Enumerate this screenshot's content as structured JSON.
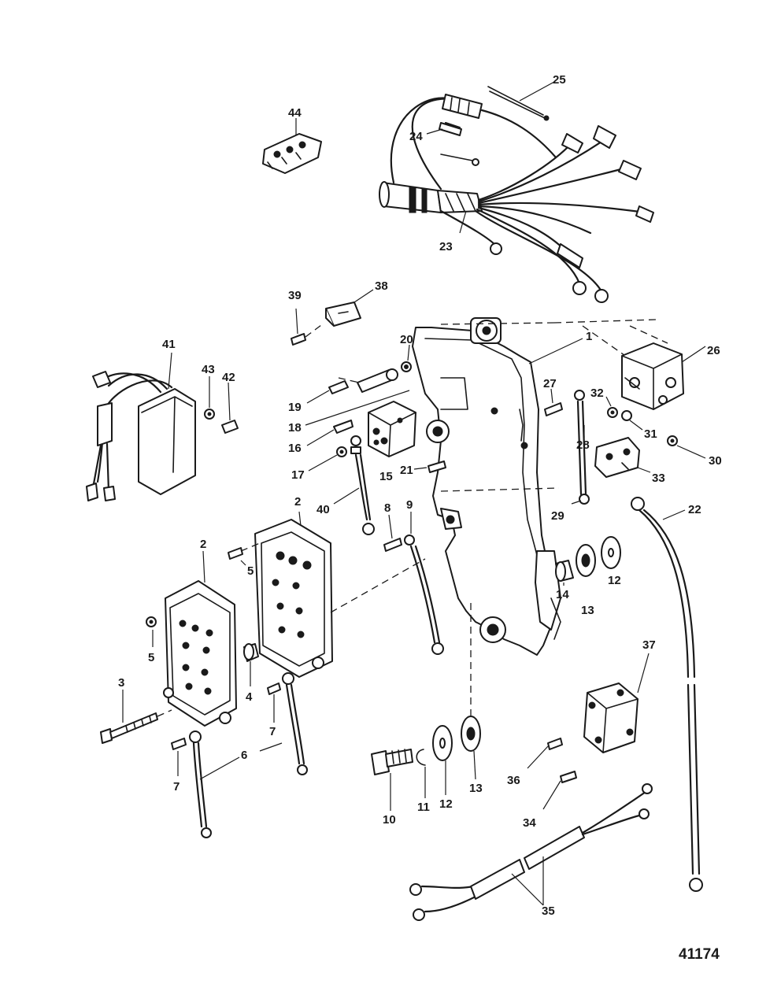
{
  "figure_number": "41174",
  "callouts": [
    {
      "id": "c1",
      "text": "1"
    },
    {
      "id": "c2a",
      "text": "2"
    },
    {
      "id": "c2b",
      "text": "2"
    },
    {
      "id": "c3",
      "text": "3"
    },
    {
      "id": "c4",
      "text": "4"
    },
    {
      "id": "c5a",
      "text": "5"
    },
    {
      "id": "c5b",
      "text": "5"
    },
    {
      "id": "c6",
      "text": "6"
    },
    {
      "id": "c7a",
      "text": "7"
    },
    {
      "id": "c7b",
      "text": "7"
    },
    {
      "id": "c8",
      "text": "8"
    },
    {
      "id": "c9",
      "text": "9"
    },
    {
      "id": "c10",
      "text": "10"
    },
    {
      "id": "c11",
      "text": "11"
    },
    {
      "id": "c12a",
      "text": "12"
    },
    {
      "id": "c12b",
      "text": "12"
    },
    {
      "id": "c13a",
      "text": "13"
    },
    {
      "id": "c13b",
      "text": "13"
    },
    {
      "id": "c14",
      "text": "14"
    },
    {
      "id": "c15",
      "text": "15"
    },
    {
      "id": "c16",
      "text": "16"
    },
    {
      "id": "c17",
      "text": "17"
    },
    {
      "id": "c18",
      "text": "18"
    },
    {
      "id": "c19",
      "text": "19"
    },
    {
      "id": "c20",
      "text": "20"
    },
    {
      "id": "c21",
      "text": "21"
    },
    {
      "id": "c22",
      "text": "22"
    },
    {
      "id": "c23",
      "text": "23"
    },
    {
      "id": "c24",
      "text": "24"
    },
    {
      "id": "c25",
      "text": "25"
    },
    {
      "id": "c26",
      "text": "26"
    },
    {
      "id": "c27",
      "text": "27"
    },
    {
      "id": "c28",
      "text": "28"
    },
    {
      "id": "c29",
      "text": "29"
    },
    {
      "id": "c30",
      "text": "30"
    },
    {
      "id": "c31",
      "text": "31"
    },
    {
      "id": "c32",
      "text": "32"
    },
    {
      "id": "c33",
      "text": "33"
    },
    {
      "id": "c34",
      "text": "34"
    },
    {
      "id": "c35",
      "text": "35"
    },
    {
      "id": "c36",
      "text": "36"
    },
    {
      "id": "c37",
      "text": "37"
    },
    {
      "id": "c38",
      "text": "38"
    },
    {
      "id": "c39",
      "text": "39"
    },
    {
      "id": "c40",
      "text": "40"
    },
    {
      "id": "c41",
      "text": "41"
    },
    {
      "id": "c42",
      "text": "42"
    },
    {
      "id": "c43",
      "text": "43"
    },
    {
      "id": "c44",
      "text": "44"
    }
  ]
}
